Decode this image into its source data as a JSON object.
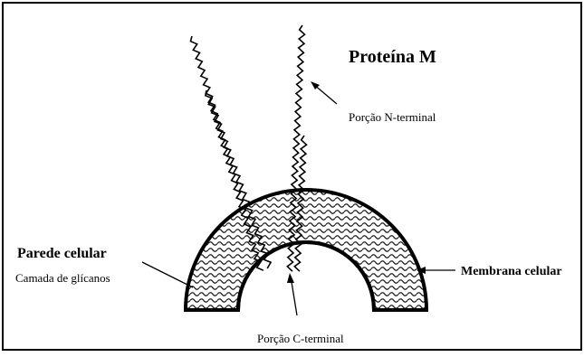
{
  "diagram": {
    "title": "Proteína M",
    "labels": {
      "n_terminal": "Porção N-terminal",
      "cell_wall": "Parede celular",
      "glycan_layer": "Camada de glícanos",
      "cell_membrane": "Membrana celular",
      "c_terminal": "Porção C-terminal"
    }
  }
}
